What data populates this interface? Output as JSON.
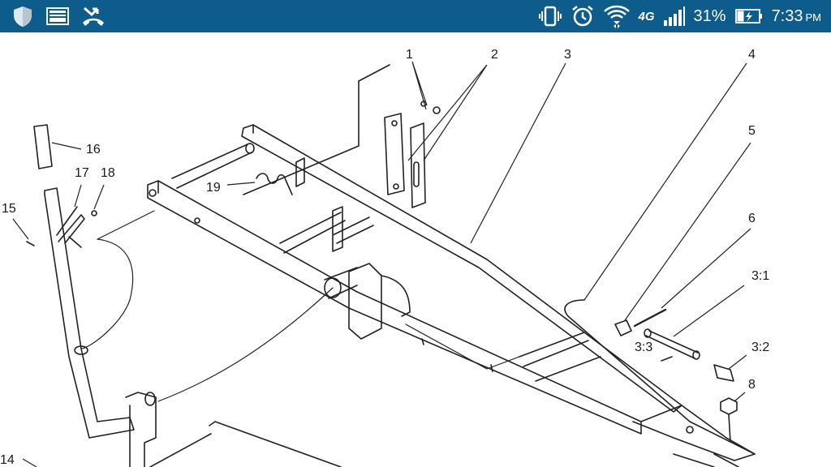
{
  "status_bar": {
    "battery_percent": "31%",
    "time": "7:33",
    "ampm": "PM",
    "network": "4G",
    "icons": [
      "shield-icon",
      "gallery-icon",
      "missed-call-icon",
      "vibrate-icon",
      "alarm-icon",
      "wifi-icon",
      "signal-icon",
      "battery-charging-icon"
    ]
  },
  "diagram": {
    "callouts": [
      "1",
      "2",
      "3",
      "4",
      "5",
      "6",
      "3:1",
      "3:2",
      "3:3",
      "8",
      "14",
      "15",
      "16",
      "17",
      "18",
      "19"
    ]
  }
}
